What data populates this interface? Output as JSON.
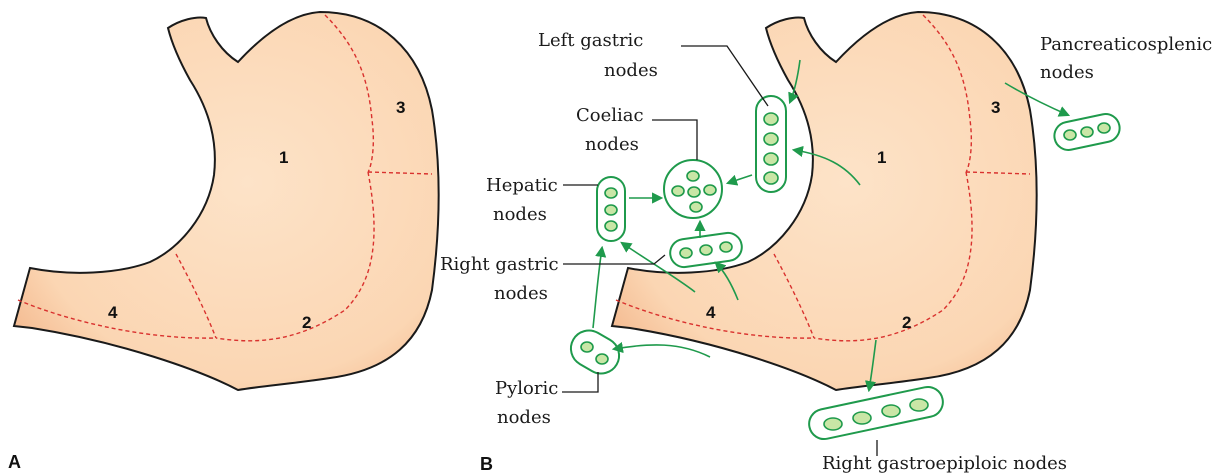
{
  "panels": {
    "a": "A",
    "b": "B"
  },
  "regions": {
    "r1": "1",
    "r2": "2",
    "r3": "3",
    "r4": "4"
  },
  "labels": {
    "left_gastric": [
      "Left gastric",
      "nodes"
    ],
    "coeliac": [
      "Coeliac",
      "nodes"
    ],
    "hepatic": [
      "Hepatic",
      "nodes"
    ],
    "right_gastric": [
      "Right gastric",
      "nodes"
    ],
    "pyloric": [
      "Pyloric",
      "nodes"
    ],
    "pancreaticosplenic": [
      "Pancreaticosplenic",
      "nodes"
    ],
    "right_gastroepiploic": "Right gastroepiploic nodes"
  },
  "colors": {
    "stomach_fill": "#fbd9b8",
    "stomach_edge": "#f3b488",
    "zone_line": "#d9312e",
    "node_fill": "#c9e6a6",
    "node_stroke": "#1f9a4c"
  }
}
